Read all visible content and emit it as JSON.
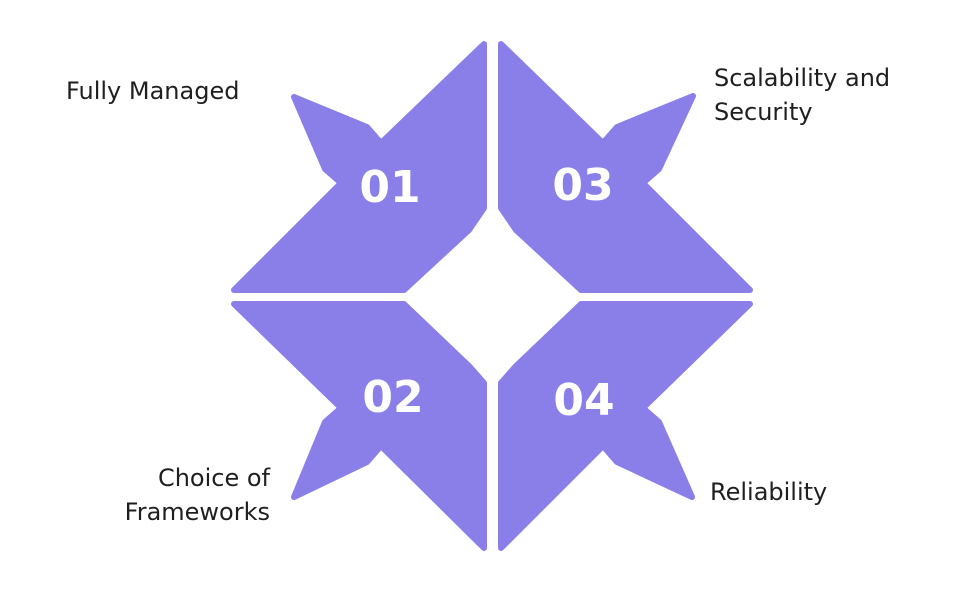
{
  "colors": {
    "shape_fill": "#8a7fe8",
    "background": "#ffffff",
    "number_text": "#ffffff",
    "label_text": "#1f1f1f"
  },
  "items": [
    {
      "number": "01",
      "lines": [
        "Fully Managed"
      ],
      "arrow_direction": "up-left"
    },
    {
      "number": "02",
      "lines": [
        "Choice of",
        "Frameworks"
      ],
      "arrow_direction": "down-left"
    },
    {
      "number": "03",
      "lines": [
        "Scalability and",
        "Security"
      ],
      "arrow_direction": "up-right"
    },
    {
      "number": "04",
      "lines": [
        "Reliability"
      ],
      "arrow_direction": "down-right"
    }
  ]
}
